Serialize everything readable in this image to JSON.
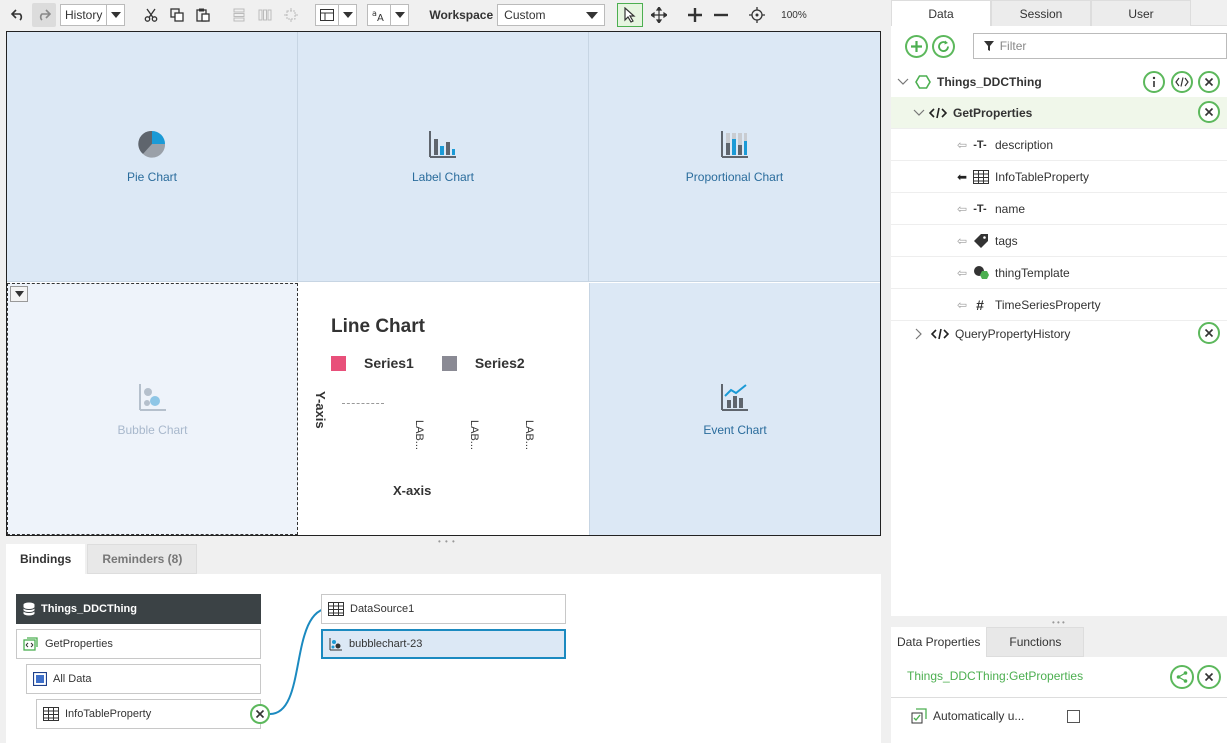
{
  "toolbar": {
    "history_label": "History",
    "workspace_label": "Workspace",
    "workspace_value": "Custom",
    "zoom": "100%"
  },
  "canvas": {
    "cells": [
      {
        "caption": "Pie Chart",
        "icon": "pie-chart-icon"
      },
      {
        "caption": "Label Chart",
        "icon": "label-chart-icon"
      },
      {
        "caption": "Proportional Chart",
        "icon": "proportional-chart-icon"
      },
      {
        "caption": "Bubble Chart",
        "icon": "bubble-chart-icon"
      },
      {
        "caption": "Event Chart",
        "icon": "event-chart-icon"
      }
    ],
    "line_chart": {
      "title": "Line Chart",
      "series": [
        {
          "name": "Series1",
          "color": "#e8507a"
        },
        {
          "name": "Series2",
          "color": "#8a8a94"
        }
      ],
      "ylabel": "Y-axis",
      "xlabel": "X-axis",
      "ticks": [
        "LAB...",
        "LAB...",
        "LAB..."
      ]
    }
  },
  "bindings": {
    "tabs": [
      "Bindings",
      "Reminders (8)"
    ],
    "source_nodes": [
      "Things_DDCThing",
      "GetProperties",
      "All Data",
      "InfoTableProperty"
    ],
    "target_nodes": [
      "DataSource1",
      "bubblechart-23"
    ]
  },
  "right_panel": {
    "tabs": [
      "Data",
      "Session",
      "User"
    ],
    "filter_placeholder": "Filter",
    "tree": [
      {
        "label": "Things_DDCThing"
      },
      {
        "label": "GetProperties"
      },
      {
        "label": "description"
      },
      {
        "label": "InfoTableProperty"
      },
      {
        "label": "name"
      },
      {
        "label": "tags"
      },
      {
        "label": "thingTemplate"
      },
      {
        "label": "TimeSeriesProperty"
      },
      {
        "label": "QueryPropertyHistory"
      }
    ]
  },
  "data_properties": {
    "tabs": [
      "Data Properties",
      "Functions"
    ],
    "title": "Things_DDCThing:GetProperties",
    "auto_label": "Automatically u..."
  },
  "colors": {
    "accent_green": "#5cb85c",
    "accent_blue": "#1b8ac0",
    "canvas_cell": "#dce8f5"
  }
}
